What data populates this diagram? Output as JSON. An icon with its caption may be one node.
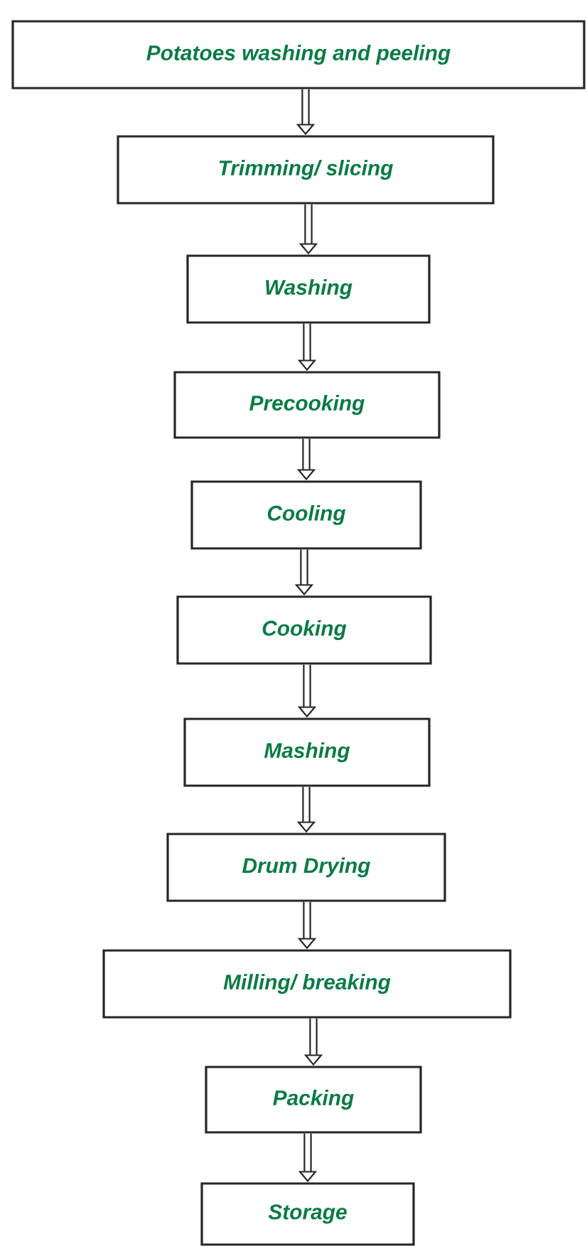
{
  "diagram": {
    "nodes": [
      {
        "text": [
          "Potatoes washing and peeling"
        ]
      },
      {
        "text": [
          "Trimming/ slicing"
        ]
      },
      {
        "text": [
          "Washing"
        ]
      },
      {
        "text": [
          "Precooking"
        ]
      },
      {
        "text": [
          "Cooling"
        ]
      },
      {
        "text": [
          "Cooking"
        ]
      },
      {
        "text": [
          "Mashing"
        ]
      },
      {
        "text": [
          "Drum Drying"
        ]
      },
      {
        "text": [
          "Milling/ breaking"
        ]
      },
      {
        "text": [
          "Packing"
        ]
      },
      {
        "text": [
          "Storage"
        ]
      }
    ],
    "edges": [
      {
        "from": 0,
        "to": 1,
        "arrow": "to"
      },
      {
        "from": 1,
        "to": 2,
        "arrow": "to"
      },
      {
        "from": 2,
        "to": 3,
        "arrow": "to"
      },
      {
        "from": 3,
        "to": 4,
        "arrow": "to"
      },
      {
        "from": 4,
        "to": 5,
        "arrow": "to"
      },
      {
        "from": 5,
        "to": 6,
        "arrow": "to"
      },
      {
        "from": 6,
        "to": 7,
        "arrow": "to"
      },
      {
        "from": 7,
        "to": 8,
        "arrow": "to"
      },
      {
        "from": 8,
        "to": 9,
        "arrow": "to"
      },
      {
        "from": 9,
        "to": 10,
        "arrow": "to"
      }
    ]
  }
}
